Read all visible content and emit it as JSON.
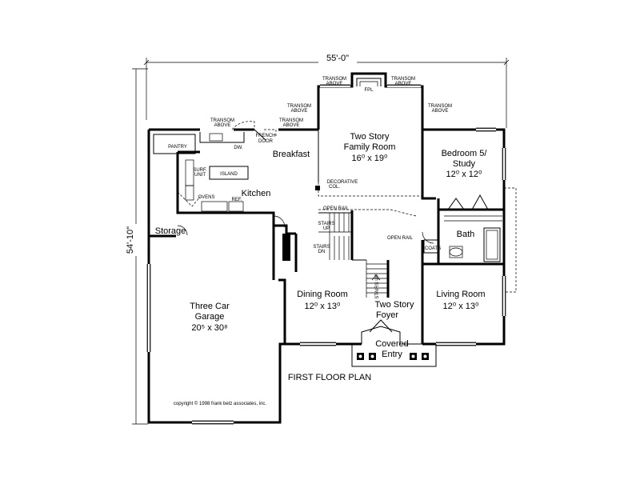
{
  "plan_title": "FIRST FLOOR PLAN",
  "copyright": "copyright © 1998 frank betz associates, inc.",
  "dimensions": {
    "width": "55'-0\"",
    "depth": "54'-10\""
  },
  "rooms": {
    "family": {
      "line1": "Two Story",
      "line2": "Family Room",
      "size": "16⁰ x 19⁰"
    },
    "bedroom": {
      "line1": "Bedroom 5/",
      "line2": "Study",
      "size": "12⁰ x 12⁰"
    },
    "breakfast": {
      "name": "Breakfast"
    },
    "kitchen": {
      "name": "Kitchen"
    },
    "storage": {
      "name": "Storage"
    },
    "bath": {
      "name": "Bath"
    },
    "garage": {
      "line1": "Three Car",
      "line2": "Garage",
      "size": "20⁵ x 30⁸"
    },
    "dining": {
      "name": "Dining Room",
      "size": "12⁰ x 13⁰"
    },
    "foyer": {
      "line1": "Two Story",
      "line2": "Foyer"
    },
    "living": {
      "name": "Living Room",
      "size": "12⁰ x 13⁰"
    },
    "entry": {
      "line1": "Covered",
      "line2": "Entry"
    }
  },
  "labels": {
    "transom_1": "TRANSOM",
    "above_1": "ABOVE",
    "transom_2": "TRANSOM",
    "above_2": "ABOVE",
    "transom_3": "TRANSOM",
    "above_3": "ABOVE",
    "transom_4": "TRANSOM",
    "above_4": "ABOVE",
    "transom_5": "TRANSOM",
    "above_5": "ABOVE",
    "transom_6": "TRANSOM",
    "above_6": "ABOVE",
    "fpl": "FPL",
    "pantry": "PANTRY",
    "dw": "DW.",
    "french": "FRENCH",
    "door": "DOOR",
    "surf": "SURF.",
    "unit": "UNIT",
    "island": "ISLAND",
    "ovens": "OVENS",
    "ref": "REF.",
    "decorative": "DECORATIVE",
    "col": "COL.",
    "open_rail_1": "OPEN RAIL",
    "open_rail_2": "OPEN RAIL",
    "stairs_up_1": "STAIRS",
    "up_1": "UP",
    "stairs_dn": "STAIRS",
    "dn": "DN",
    "stairs_up_2": "STAIRS UP",
    "coats": "COATS"
  }
}
